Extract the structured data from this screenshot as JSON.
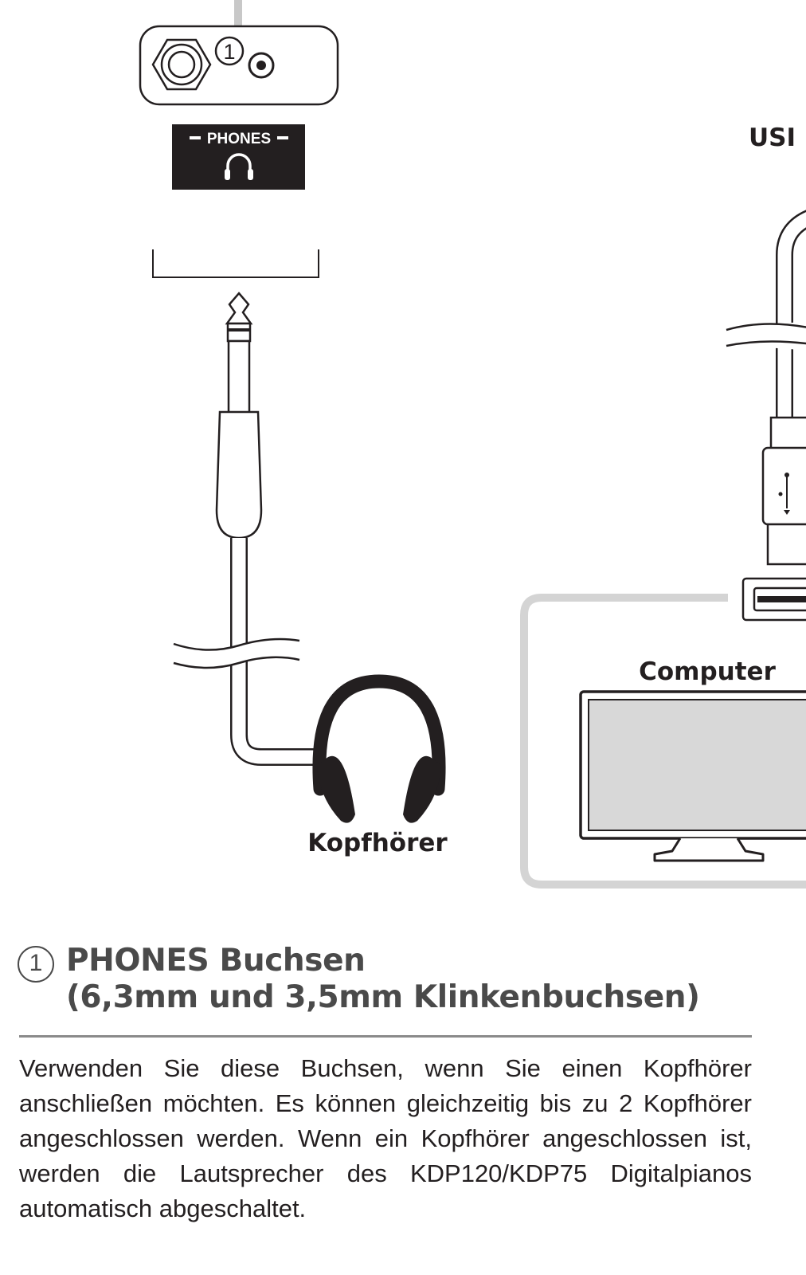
{
  "figure": {
    "panel_label": "PHONES",
    "callout_number": "1",
    "usb_label": "USI",
    "computer_label": "Computer",
    "headphones_label": "Kopfhörer"
  },
  "section": {
    "number": "1",
    "title_line_1": "PHONES Buchsen",
    "title_line_2": "(6,3mm und 3,5mm Klinkenbuchsen)",
    "body": "Verwenden Sie diese Buchsen, wenn Sie einen Kopfhörer anschließen möchten. Es können gleichzeitig bis zu 2 Kopfhörer angeschlossen werden. Wenn ein Kopfhörer angeschlossen ist, werden die Lautsprecher des KDP120/KDP75 Digitalpianos automatisch abgeschaltet."
  }
}
